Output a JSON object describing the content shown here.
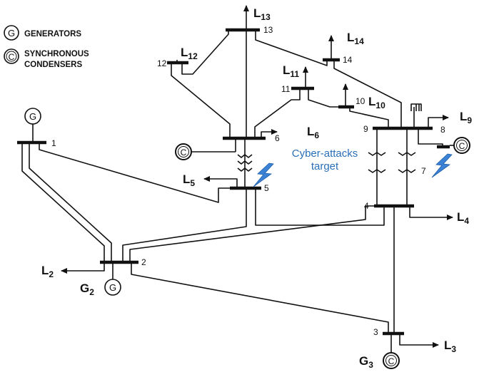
{
  "legend": {
    "generators_symbol": "G",
    "generators_label": "GENERATORS",
    "condensers_symbol": "C",
    "condensers_label_line1": "SYNCHRONOUS",
    "condensers_label_line2": "CONDENSERS"
  },
  "buses": {
    "b1": "1",
    "b2": "2",
    "b3": "3",
    "b4": "4",
    "b5": "5",
    "b6": "6",
    "b7": "7",
    "b8": "8",
    "b9": "9",
    "b10": "10",
    "b11": "11",
    "b12": "12",
    "b13": "13",
    "b14": "14"
  },
  "loads": {
    "L2": {
      "main": "L",
      "sub": "2"
    },
    "L3": {
      "main": "L",
      "sub": "3"
    },
    "L4": {
      "main": "L",
      "sub": "4"
    },
    "L5": {
      "main": "L",
      "sub": "5"
    },
    "L6": {
      "main": "L",
      "sub": "6"
    },
    "L9": {
      "main": "L",
      "sub": "9"
    },
    "L10": {
      "main": "L",
      "sub": "10"
    },
    "L11": {
      "main": "L",
      "sub": "11"
    },
    "L12": {
      "main": "L",
      "sub": "12"
    },
    "L13": {
      "main": "L",
      "sub": "13"
    },
    "L14": {
      "main": "L",
      "sub": "14"
    }
  },
  "machines": {
    "gen1": "G",
    "gen2": "G",
    "cond3": "C",
    "cond6": "C",
    "cond8": "C",
    "G2": {
      "main": "G",
      "sub": "2"
    },
    "G3": {
      "main": "G",
      "sub": "3"
    }
  },
  "annotation": {
    "line1": "Cyber-attacks",
    "line2": "target",
    "color": "#2b6fb8"
  }
}
